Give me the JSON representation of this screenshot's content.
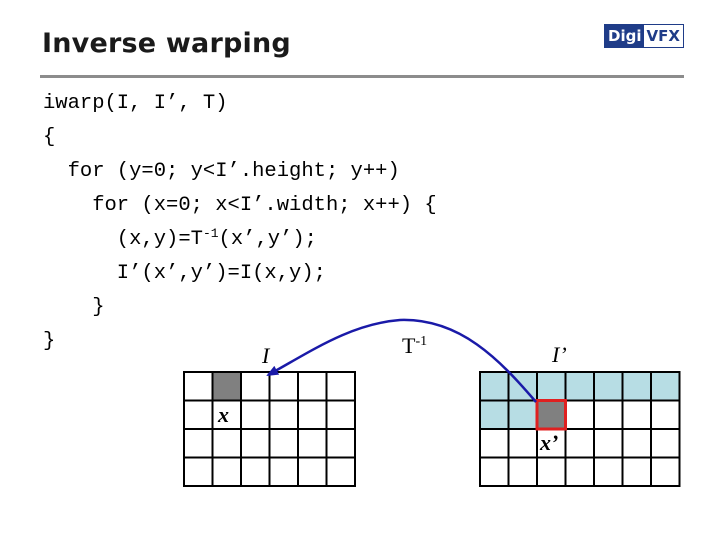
{
  "slide": {
    "title": "Inverse warping",
    "logo": {
      "part1": "Digi",
      "part2": "VFX"
    }
  },
  "code": {
    "lines": [
      "iwarp(I, I’, T)",
      "{",
      "  for (y=0; y<I’.height; y++)",
      "    for (x=0; x<I’.width; x++) {",
      "      (x,y)=T",
      "      I’(x’,y’)=I(x,y);",
      "    }",
      "}"
    ],
    "line5_sup": "-1",
    "line5_tail": "(x’,y’);"
  },
  "labels": {
    "source_image": "I",
    "target_image": "I’",
    "transform": "T",
    "transform_sup": "-1",
    "source_pixel": "x",
    "target_pixel": "x’"
  },
  "colors": {
    "grid_line": "#000000",
    "source_pixel_fill": "#808080",
    "target_row_fill": "#b7dde4",
    "target_pixel_fill": "#808080",
    "target_pixel_border": "#e02020",
    "arrow": "#1a1aa8",
    "rule": "#8c8c8c",
    "logo_blue": "#1f3c88"
  },
  "grids": {
    "source": {
      "rows": 4,
      "cols": 6,
      "highlight_cell": {
        "row": 0,
        "col": 1
      }
    },
    "target": {
      "rows": 4,
      "cols": 7,
      "shaded_rows": [
        0,
        1
      ],
      "shaded_cols_row1": 2,
      "highlight_cell": {
        "row": 1,
        "col": 2
      }
    }
  }
}
